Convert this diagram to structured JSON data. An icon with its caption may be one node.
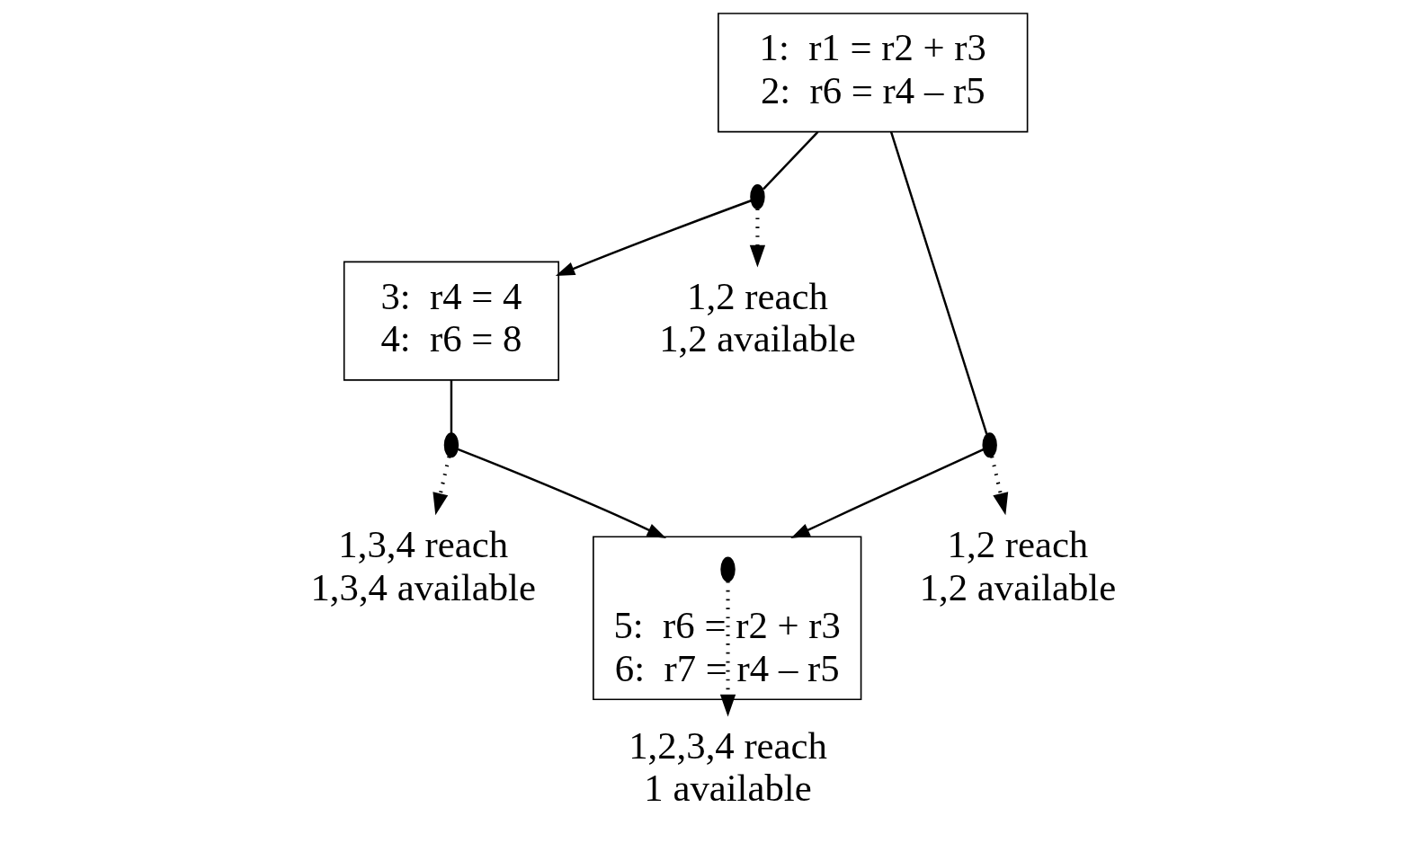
{
  "diagram": {
    "nodes": [
      {
        "text": [
          "1:  r1 = r2 + r3",
          "2:  r6 = r4 – r5"
        ]
      },
      {
        "text": [
          "3:  r4 = 4",
          "4:  r6 = 8"
        ]
      },
      {
        "text": [
          "5:  r6 = r2 + r3",
          "6:  r7 = r4 – r5"
        ]
      },
      {
        "text": [],
        "shape": "circle"
      },
      {
        "text": [],
        "shape": "circle"
      },
      {
        "text": [],
        "shape": "circle"
      },
      {
        "text": [],
        "shape": "circle",
        "in": 2
      },
      {
        "text": [
          "1,2 reach",
          "1,2 available"
        ]
      },
      {
        "text": [
          "1,2 reach",
          "1,2 available"
        ]
      },
      {
        "text": [
          "1,3,4 reach",
          "1,3,4 available"
        ]
      },
      {
        "text": [
          "1,2,3,4 reach",
          "1 available"
        ]
      }
    ],
    "edges": [
      {
        "from": 0,
        "to": 3,
        "arrow": "none"
      },
      {
        "from": 3,
        "to": 1,
        "arrow": "to"
      },
      {
        "from": 0,
        "to": 4,
        "arrow": "none"
      },
      {
        "from": 4,
        "to": 2,
        "arrow": "to"
      },
      {
        "from": 1,
        "to": 5,
        "arrow": "none"
      },
      {
        "from": 5,
        "to": 2,
        "arrow": "to"
      },
      {
        "from": 3,
        "to": 7,
        "arrow": "to",
        "style": "dashed"
      },
      {
        "from": 4,
        "to": 8,
        "arrow": "to",
        "style": "dashed"
      },
      {
        "from": 5,
        "to": 9,
        "arrow": "to",
        "style": "dashed"
      },
      {
        "from": 6,
        "to": 10,
        "arrow": "to",
        "style": "dashed"
      }
    ]
  }
}
